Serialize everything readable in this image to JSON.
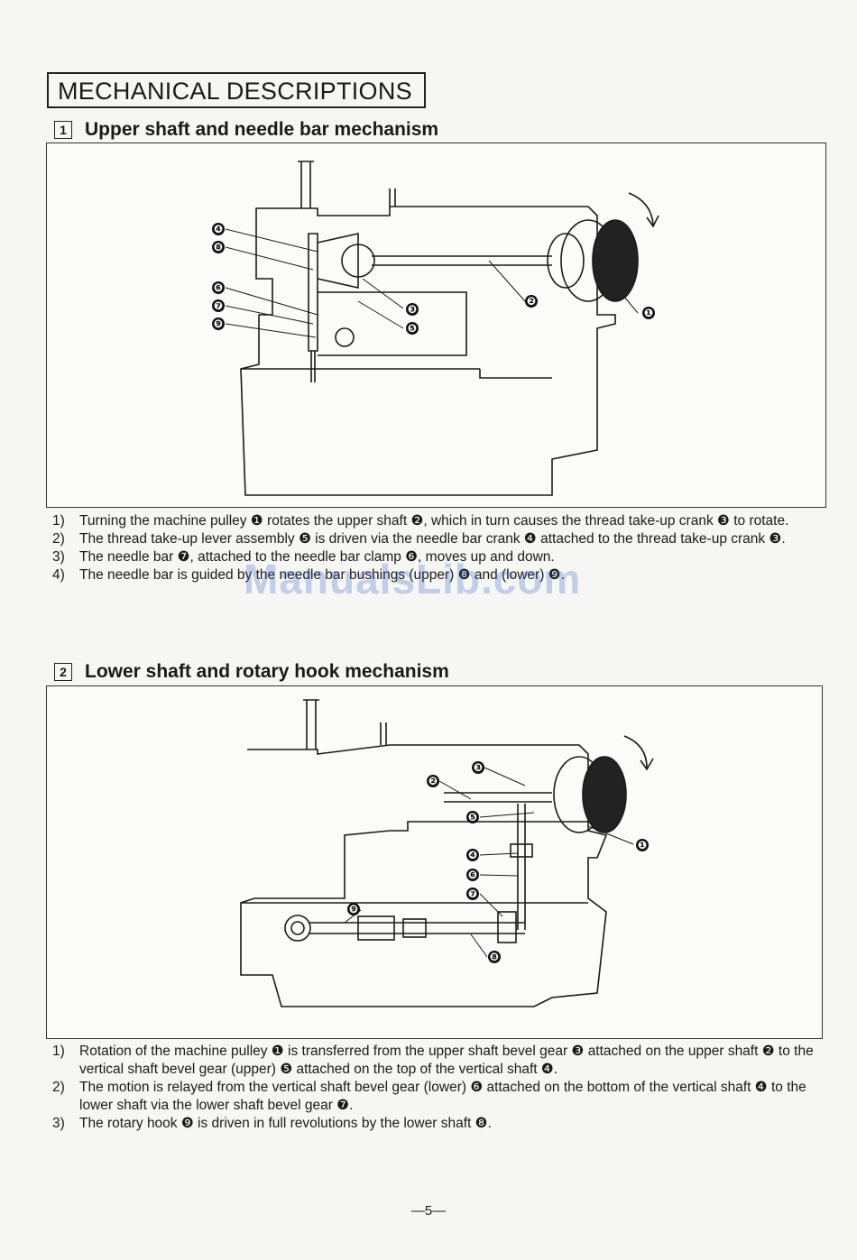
{
  "main_title": "MECHANICAL DESCRIPTIONS",
  "watermark": "ManualsLib.com",
  "section1": {
    "number": "1",
    "title": "Upper shaft and needle bar mechanism",
    "callouts": [
      "❹",
      "❽",
      "❻",
      "❼",
      "❾",
      "❸",
      "❺",
      "❷",
      "❶"
    ],
    "items": [
      {
        "n": "1)",
        "text": "Turning the machine pulley ❶ rotates the upper shaft ❷, which in turn causes the thread take-up crank ❸ to rotate."
      },
      {
        "n": "2)",
        "text": "The thread take-up lever assembly ❺ is driven via the needle bar crank ❹ attached to the thread take-up crank ❸."
      },
      {
        "n": "3)",
        "text": "The needle bar ❼, attached to the needle bar clamp ❻, moves up and down."
      },
      {
        "n": "4)",
        "text": "The needle bar is guided by the needle bar bushings (upper) ❽ and (lower) ❾."
      }
    ]
  },
  "section2": {
    "number": "2",
    "title": "Lower shaft and rotary hook mechanism",
    "callouts": [
      "❸",
      "❷",
      "❺",
      "❶",
      "❹",
      "❻",
      "❼",
      "❾",
      "❽"
    ],
    "items": [
      {
        "n": "1)",
        "text": "Rotation of the machine pulley ❶ is transferred from the upper shaft bevel gear ❸ attached on the upper shaft ❷ to the vertical shaft bevel gear (upper) ❺ attached on the top of the vertical shaft ❹."
      },
      {
        "n": "2)",
        "text": "The motion is relayed from the vertical shaft bevel gear (lower) ❻ attached on the bottom of the vertical shaft ❹ to the lower shaft via the lower shaft bevel gear ❼."
      },
      {
        "n": "3)",
        "text": "The rotary hook ❾ is driven in full revolutions by the lower shaft ❽."
      }
    ]
  },
  "page_number": "—5—"
}
